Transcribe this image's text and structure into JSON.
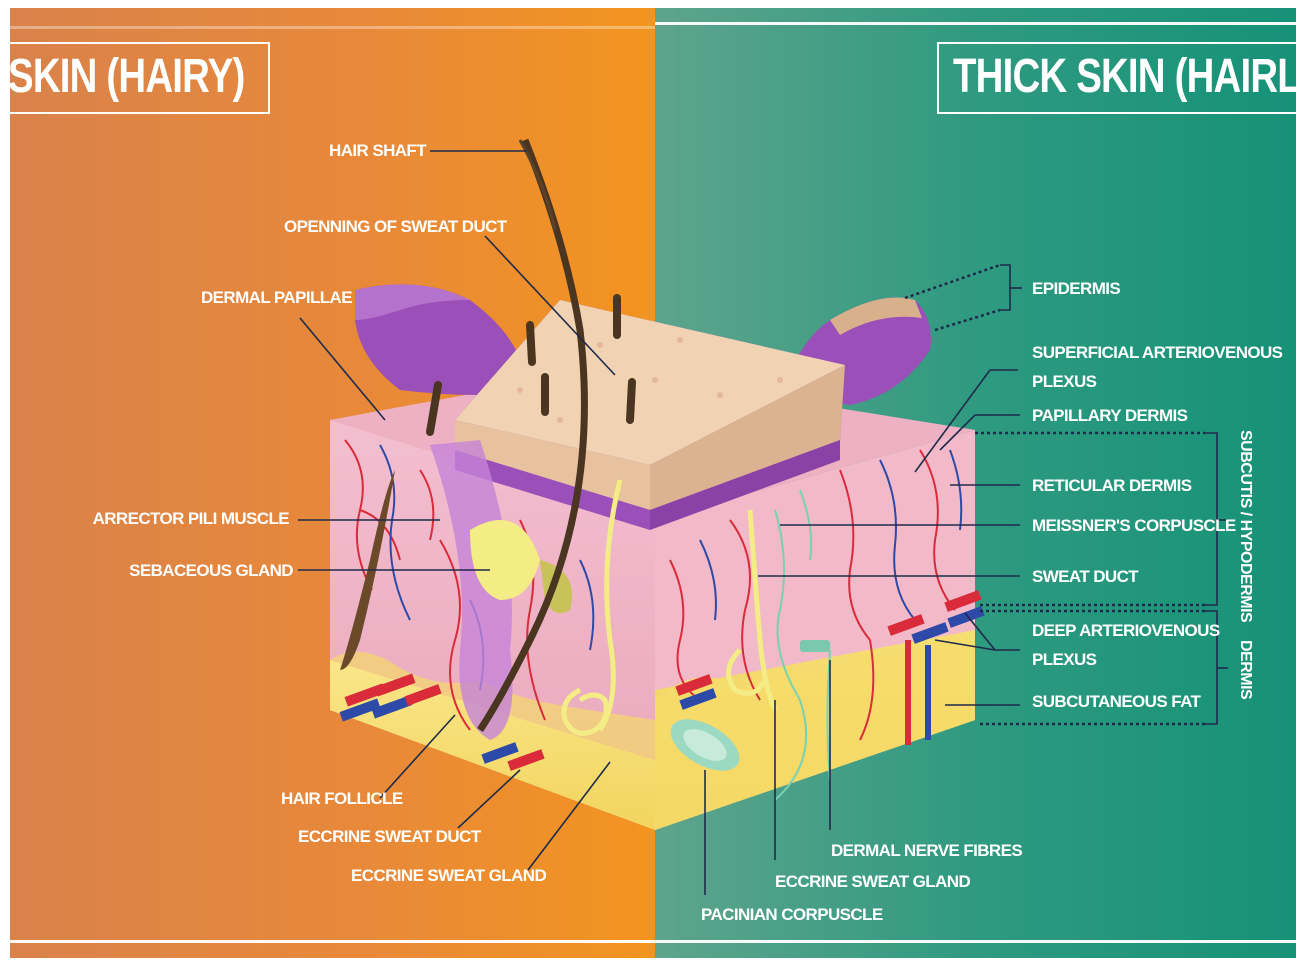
{
  "titles": {
    "left": "SKIN (HAIRY)",
    "right": "THICK SKIN (HAIRL"
  },
  "labels": {
    "hair_shaft": "HAIR SHAFT",
    "opening_of_sweat_duct": "OPENNING OF SWEAT DUCT",
    "dermal_papillae": "DERMAL PAPILLAE",
    "arrector_pili_muscle": "ARRECTOR PILI MUSCLE",
    "sebaceous_gland": "SEBACEOUS GLAND",
    "hair_follicle": "HAIR FOLLICLE",
    "eccrine_sweat_duct": "ECCRINE SWEAT DUCT",
    "eccrine_sweat_gland_left": "ECCRINE SWEAT GLAND",
    "epidermis": "EPIDERMIS",
    "superficial_av_plexus_1": "SUPERFICIAL ARTERIOVENOUS",
    "superficial_av_plexus_2": "PLEXUS",
    "papillary_dermis": "PAPILLARY DERMIS",
    "reticular_dermis": "RETICULAR DERMIS",
    "meissners_corpuscle": "MEISSNER'S CORPUSCLE",
    "sweat_duct": "SWEAT DUCT",
    "deep_av_plexus_1": "DEEP ARTERIOVENOUS",
    "deep_av_plexus_2": "PLEXUS",
    "subcutaneous_fat": "SUBCUTANEOUS FAT",
    "dermal_nerve_fibres": "DERMAL NERVE FIBRES",
    "eccrine_sweat_gland_right": "ECCRINE SWEAT GLAND",
    "pacinian_corpuscle": "PACINIAN CORPUSCLE",
    "subcutis_hypodermis": "SUBCUTIS / HYPODERMIS",
    "dermis": "DERMIS"
  },
  "colors": {
    "left_panel": "#e8893a",
    "right_panel": "#2f9a80",
    "epidermis_purple": "#9b4fb8",
    "skin_surface": "#f1d3b4",
    "dermis_pink": "#f0b7c6",
    "fat_yellow": "#f7e27a",
    "artery_red": "#d92b3a",
    "vein_blue": "#2e4aa8",
    "label_white": "#ffffff"
  }
}
